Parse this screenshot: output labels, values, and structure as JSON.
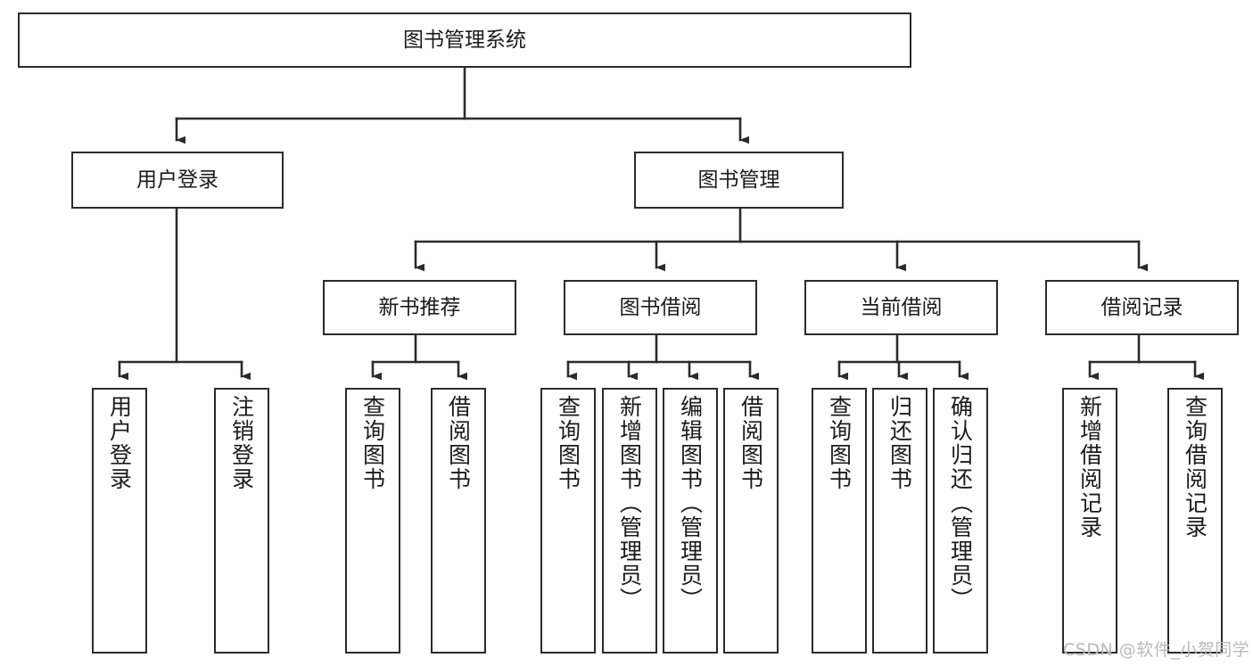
{
  "diagram": {
    "title": "图书管理系统",
    "type": "functional-structure-tree",
    "orientation": "top-down",
    "watermark": "CSDN @软件_小贺同学",
    "colors": {
      "box_border": "#2b2b2b",
      "connector": "#2b2b2b",
      "background": "#ffffff",
      "text": "#1b1b1b",
      "watermark": "#b9b9b9"
    },
    "nodes": {
      "root": {
        "label": "图书管理系统",
        "level": 1
      },
      "level2": [
        {
          "id": "user-login",
          "label": "用户登录"
        },
        {
          "id": "book-manage",
          "label": "图书管理"
        }
      ],
      "level3": [
        {
          "id": "new-book-recommend",
          "label": "新书推荐",
          "parent": "book-manage"
        },
        {
          "id": "book-borrow",
          "label": "图书借阅",
          "parent": "book-manage"
        },
        {
          "id": "current-borrow",
          "label": "当前借阅",
          "parent": "book-manage"
        },
        {
          "id": "borrow-record",
          "label": "借阅记录",
          "parent": "book-manage"
        }
      ],
      "leaves": [
        {
          "id": "leaf-user-login",
          "label": "用户登录",
          "parent": "user-login"
        },
        {
          "id": "leaf-logout",
          "label": "注销登录",
          "parent": "user-login"
        },
        {
          "id": "leaf-query-book-1",
          "label": "查询图书",
          "parent": "new-book-recommend"
        },
        {
          "id": "leaf-borrow-book-1",
          "label": "借阅图书",
          "parent": "new-book-recommend"
        },
        {
          "id": "leaf-query-book-2",
          "label": "查询图书",
          "parent": "book-borrow"
        },
        {
          "id": "leaf-add-book",
          "label": "新增图书（管理员）",
          "parent": "book-borrow"
        },
        {
          "id": "leaf-edit-book",
          "label": "编辑图书（管理员）",
          "parent": "book-borrow"
        },
        {
          "id": "leaf-borrow-book-2",
          "label": "借阅图书",
          "parent": "book-borrow"
        },
        {
          "id": "leaf-query-book-3",
          "label": "查询图书",
          "parent": "current-borrow"
        },
        {
          "id": "leaf-return-book",
          "label": "归还图书",
          "parent": "current-borrow"
        },
        {
          "id": "leaf-confirm-return",
          "label": "确认归还（管理员）",
          "parent": "current-borrow"
        },
        {
          "id": "leaf-add-record",
          "label": "新增借阅记录",
          "parent": "borrow-record"
        },
        {
          "id": "leaf-query-record",
          "label": "查询借阅记录",
          "parent": "borrow-record"
        }
      ]
    }
  }
}
